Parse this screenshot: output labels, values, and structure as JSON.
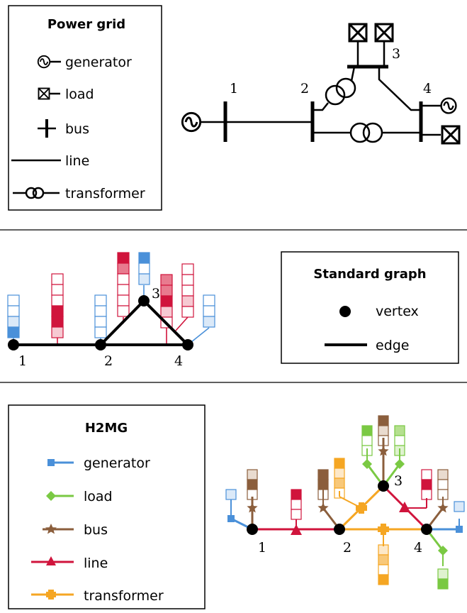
{
  "power_grid": {
    "legend": {
      "title": "Power grid",
      "items": [
        "generator",
        "load",
        "bus",
        "line",
        "transformer"
      ]
    },
    "bus_labels": [
      "1",
      "2",
      "3",
      "4"
    ]
  },
  "standard_graph": {
    "legend": {
      "title": "Standard graph",
      "items": [
        "vertex",
        "edge"
      ]
    },
    "vertex_labels": [
      "1",
      "2",
      "3",
      "4"
    ]
  },
  "h2mg": {
    "legend": {
      "title": "H2MG",
      "items": [
        "generator",
        "load",
        "bus",
        "line",
        "transformer"
      ]
    },
    "vertex_labels": [
      "1",
      "2",
      "3",
      "4"
    ],
    "colors": {
      "generator": "#4a90d9",
      "load": "#7ac943",
      "bus": "#8b5e3c",
      "line": "#d0143c",
      "transformer": "#f5a623"
    }
  }
}
